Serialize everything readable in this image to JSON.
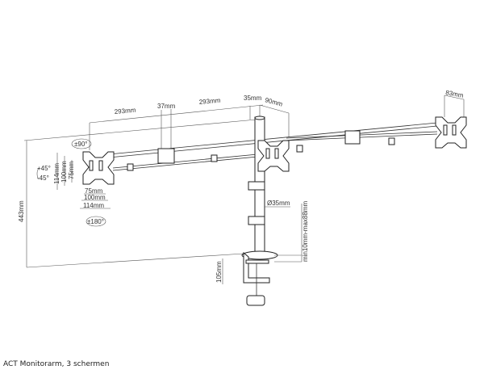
{
  "diagram": {
    "dimensions": {
      "arm_segment_left": "293mm",
      "joint": "37mm",
      "arm_segment_right": "293mm",
      "pole_offset": "35mm",
      "plate_depth": "90mm",
      "plate_right": "83mm",
      "height": "443mm",
      "pole_diameter": "Ø35mm",
      "desk_thickness": "min10mm-max88mm",
      "clamp_height": "105mm",
      "vesa_75_v": "75mm",
      "vesa_100_v": "100mm",
      "vesa_114_v": "114mm",
      "vesa_75_h": "75mm",
      "vesa_100_h": "100mm",
      "vesa_114_h": "114mm"
    },
    "rotations": {
      "swivel": "±90°",
      "tilt_up": "+45°",
      "tilt_down": "-45°",
      "rotate": "±180°"
    }
  },
  "caption": "ACT Monitorarm, 3 schermen"
}
